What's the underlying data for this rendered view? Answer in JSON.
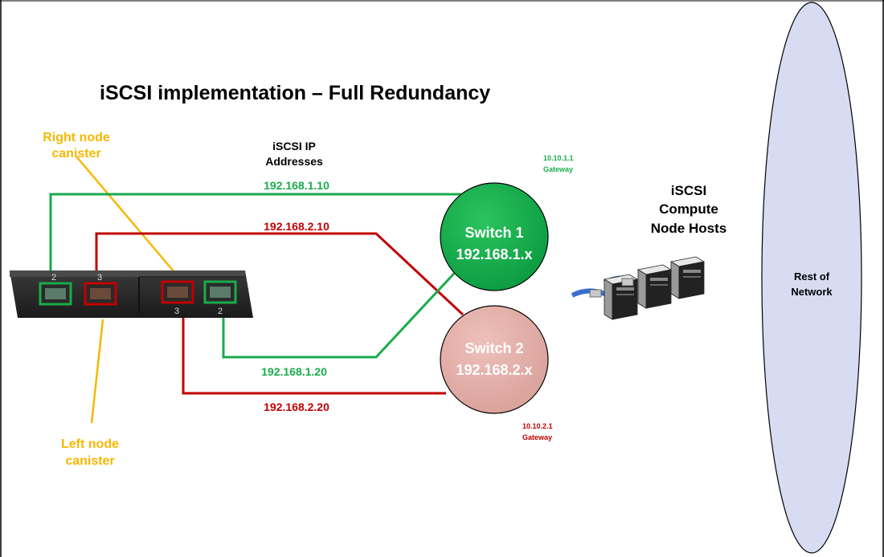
{
  "title": "iSCSI implementation – Full Redundancy",
  "labels": {
    "right_node_line1": "Right node",
    "right_node_line2": "canister",
    "left_node_line1": "Left node",
    "left_node_line2": "canister",
    "iscsi_ip_line1": "iSCSI IP",
    "iscsi_ip_line2": "Addresses",
    "hosts_line1": "iSCSI",
    "hosts_line2": "Compute",
    "hosts_line3": "Node Hosts",
    "rest_line1": "Rest of",
    "rest_line2": "Network"
  },
  "ip_addresses": {
    "left_port2": "192.168.1.10",
    "left_port3": "192.168.2.10",
    "right_port2": "192.168.1.20",
    "right_port3": "192.168.2.20"
  },
  "switches": [
    {
      "name": "Switch 1",
      "subnet": "192.168.1.x",
      "gateway_ip": "10.10.1.1",
      "gateway_label": "Gateway",
      "color": "#0aa64a"
    },
    {
      "name": "Switch 2",
      "subnet": "192.168.2.x",
      "gateway_ip": "10.10.2.1",
      "gateway_label": "Gateway",
      "color": "#e0aaa4"
    }
  ],
  "ports": {
    "left_green": "2",
    "left_red": "3",
    "right_red": "3",
    "right_green": "2"
  },
  "colors": {
    "green_link": "#1aab4b",
    "red_link": "#c00000",
    "callout": "#f5b800",
    "network_fill": "#d7dcf3"
  }
}
